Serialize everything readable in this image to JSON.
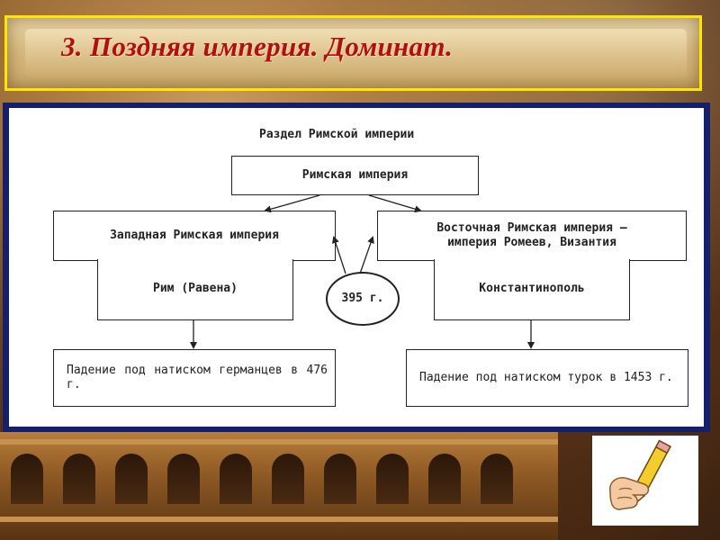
{
  "slide": {
    "title": "3. Поздняя империя. Доминат."
  },
  "diagram": {
    "heading": "Раздел Римской империи",
    "root": "Римская империя",
    "west": {
      "name": "Западная Римская империя",
      "capital": "Рим (Равена)",
      "fall": "Падение под натиском германцев в 476 г."
    },
    "east": {
      "name_line1": "Восточная Римская империя —",
      "name_line2": "империя Ромеев, Византия",
      "capital": "Константинополь",
      "fall": "Падение под натиском турок в 1453 г."
    },
    "split_year": "395 г."
  },
  "decor": {
    "banner_border_color": "#ffe600",
    "title_color": "#b01010",
    "panel_border_color": "#14206e",
    "icons": [
      "colosseum-image",
      "pencil-hand-icon"
    ]
  }
}
